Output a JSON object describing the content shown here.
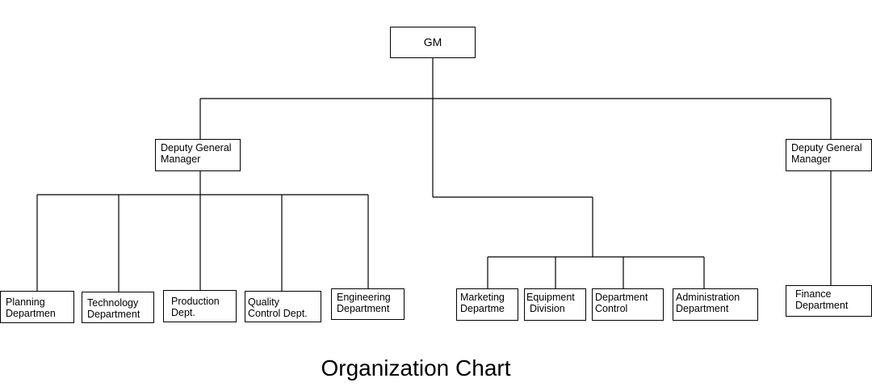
{
  "diagram": {
    "title": "Organization Chart",
    "nodes": {
      "gm": [
        "GM"
      ],
      "dgm_left": [
        "Deputy General",
        "Manager"
      ],
      "dgm_right": [
        "Deputy General",
        "Manager"
      ],
      "planning": [
        "Planning",
        "Departmen"
      ],
      "technology": [
        "Technology",
        "Department"
      ],
      "production": [
        "Production",
        "Dept."
      ],
      "quality": [
        "Quality",
        "Control Dept."
      ],
      "engineering": [
        "Engineering",
        "Department"
      ],
      "marketing": [
        "Marketing",
        "Departme"
      ],
      "equipment": [
        "Equipment",
        "Division"
      ],
      "dept_control": [
        "Department",
        "Control"
      ],
      "administration": [
        "Administration",
        "Department"
      ],
      "finance": [
        "Finance",
        "Department"
      ]
    }
  }
}
